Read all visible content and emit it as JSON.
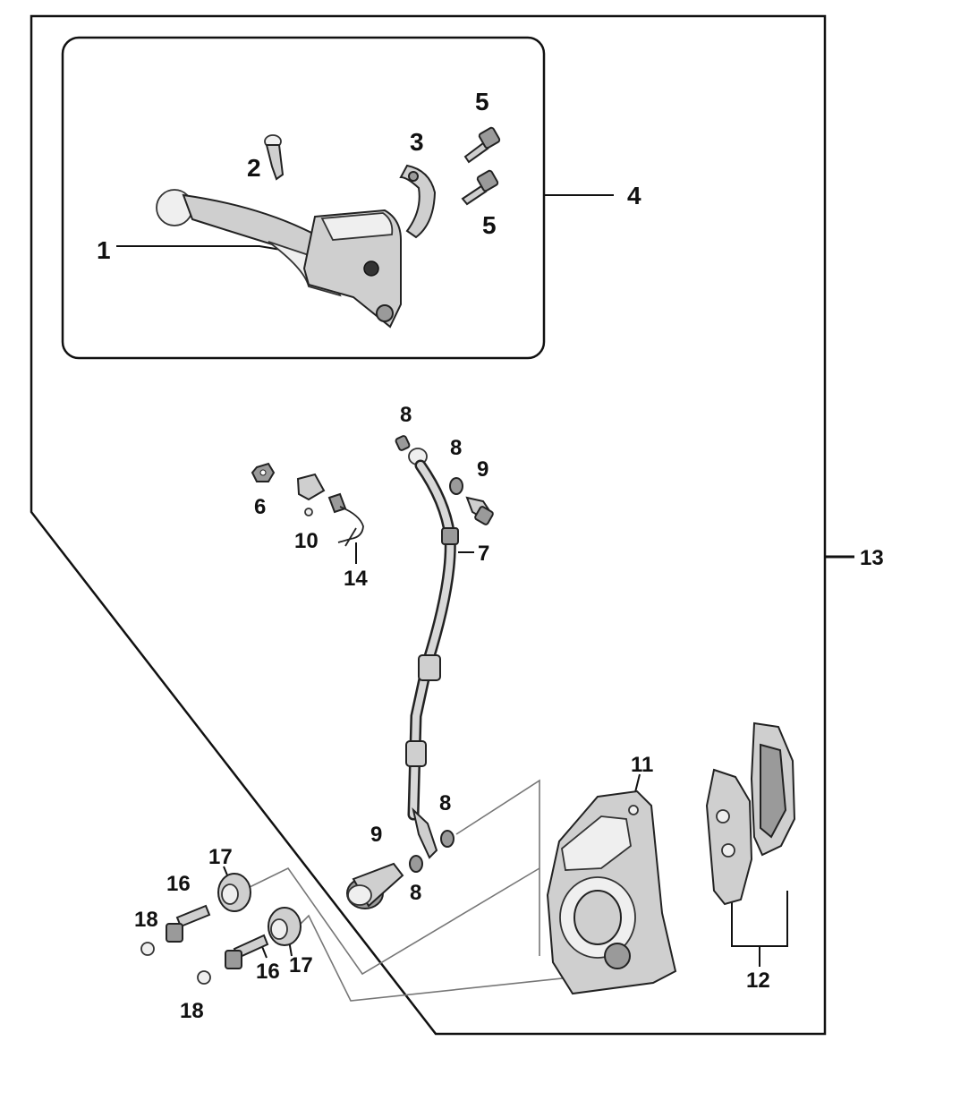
{
  "callouts": {
    "c1": "1",
    "c2": "2",
    "c3": "3",
    "c4": "4",
    "c5a": "5",
    "c5b": "5",
    "c6": "6",
    "c7": "7",
    "c8a": "8",
    "c8b": "8",
    "c8c": "8",
    "c8d": "8",
    "c9a": "9",
    "c9b": "9",
    "c10": "10",
    "c11": "11",
    "c12": "12",
    "c13": "13",
    "c14": "14",
    "c16a": "16",
    "c16b": "16",
    "c17a": "17",
    "c17b": "17",
    "c18a": "18",
    "c18b": "18"
  }
}
